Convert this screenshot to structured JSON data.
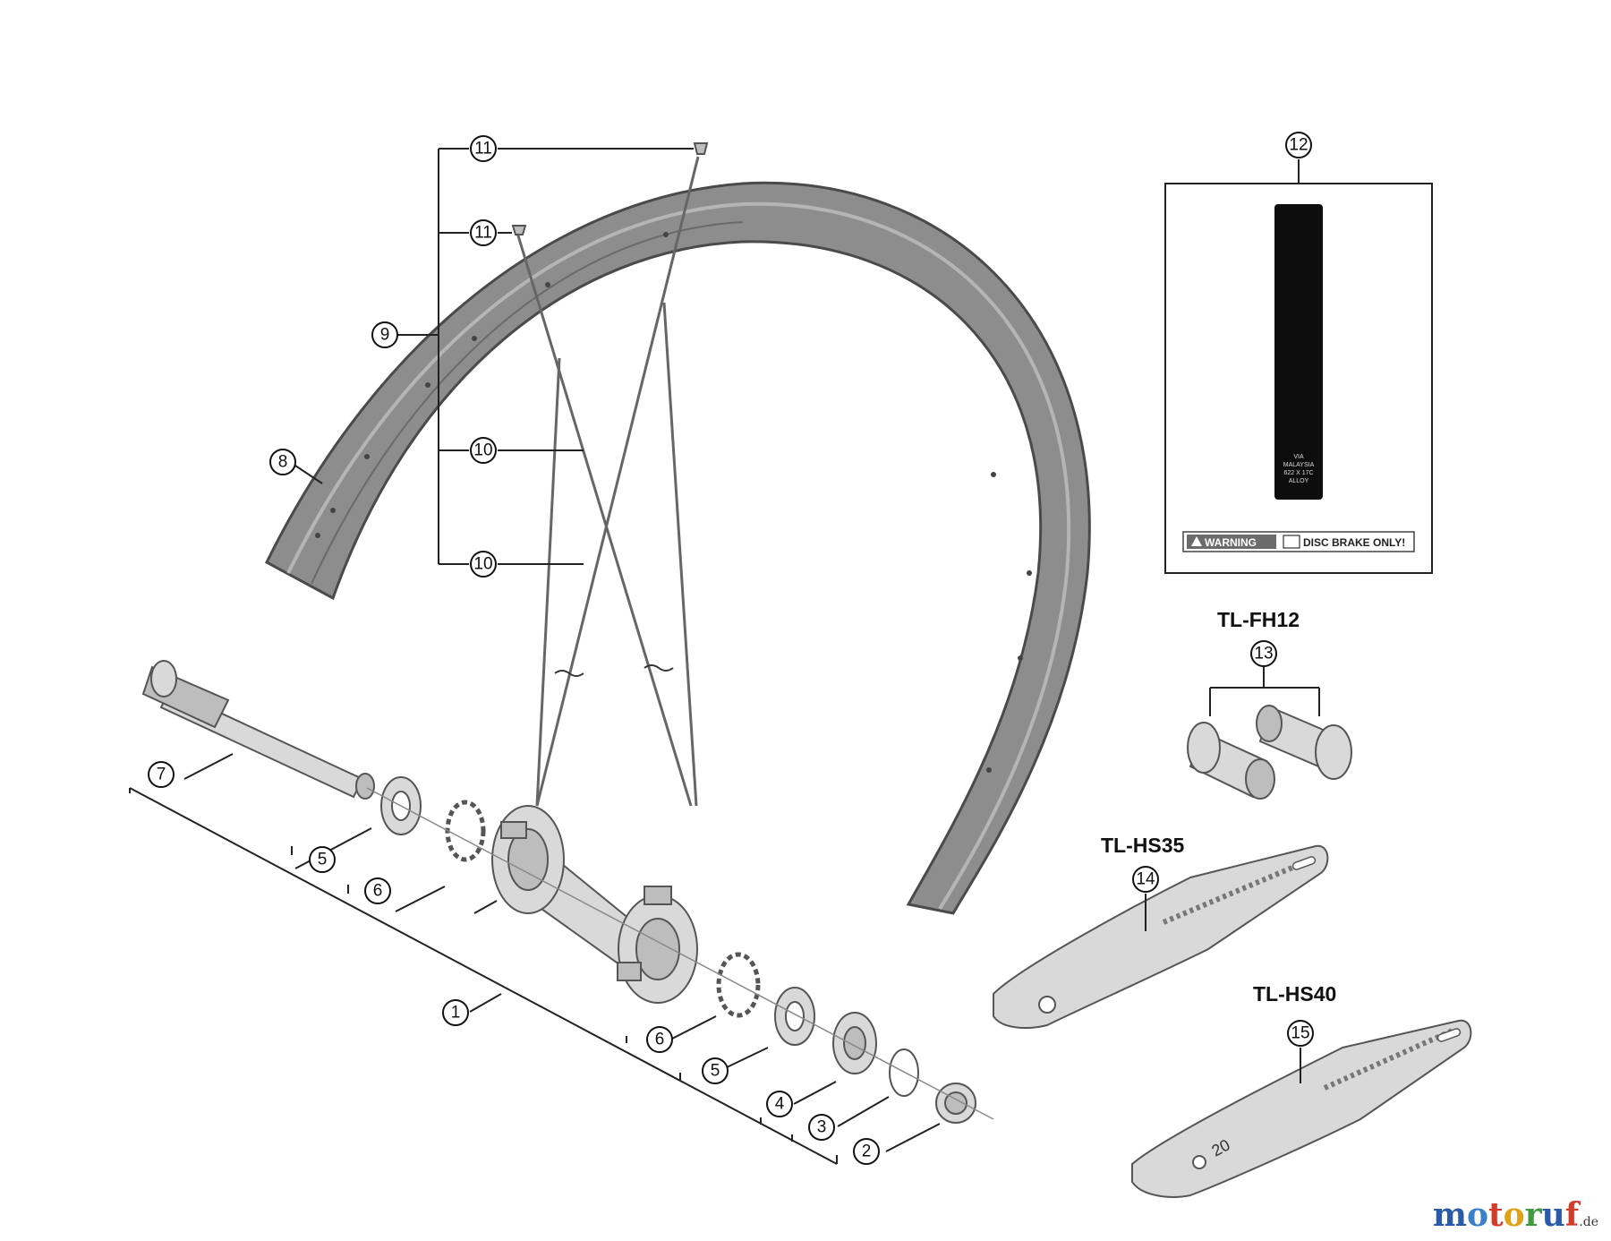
{
  "callouts": [
    {
      "id": "c1",
      "label": "1"
    },
    {
      "id": "c2",
      "label": "2"
    },
    {
      "id": "c3",
      "label": "3"
    },
    {
      "id": "c4",
      "label": "4"
    },
    {
      "id": "c5a",
      "label": "5"
    },
    {
      "id": "c5b",
      "label": "5"
    },
    {
      "id": "c6a",
      "label": "6"
    },
    {
      "id": "c6b",
      "label": "6"
    },
    {
      "id": "c7",
      "label": "7"
    },
    {
      "id": "c8",
      "label": "8"
    },
    {
      "id": "c9",
      "label": "9"
    },
    {
      "id": "c10a",
      "label": "10"
    },
    {
      "id": "c10b",
      "label": "10"
    },
    {
      "id": "c11a",
      "label": "11"
    },
    {
      "id": "c11b",
      "label": "11"
    },
    {
      "id": "c12",
      "label": "12"
    },
    {
      "id": "c13",
      "label": "13"
    },
    {
      "id": "c14",
      "label": "14"
    },
    {
      "id": "c15",
      "label": "15"
    }
  ],
  "tools": {
    "fh12": "TL-FH12",
    "hs35": "TL-HS35",
    "hs40": "TL-HS40"
  },
  "sticker": {
    "label_lines": [
      "VIA",
      "MALAYSIA",
      "622 X 17C",
      "ALLOY"
    ],
    "warning": "WARNING",
    "disc_brake": "DISC BRAKE ONLY!"
  },
  "wrench_size": "20",
  "watermark": {
    "name": "motoruf",
    "suffix": ".de",
    "colors": [
      "#2a5aa8",
      "#3a7fc9",
      "#d23b2a",
      "#e0a218",
      "#3f9a3f",
      "#2a5aa8",
      "#d23b2a"
    ]
  }
}
